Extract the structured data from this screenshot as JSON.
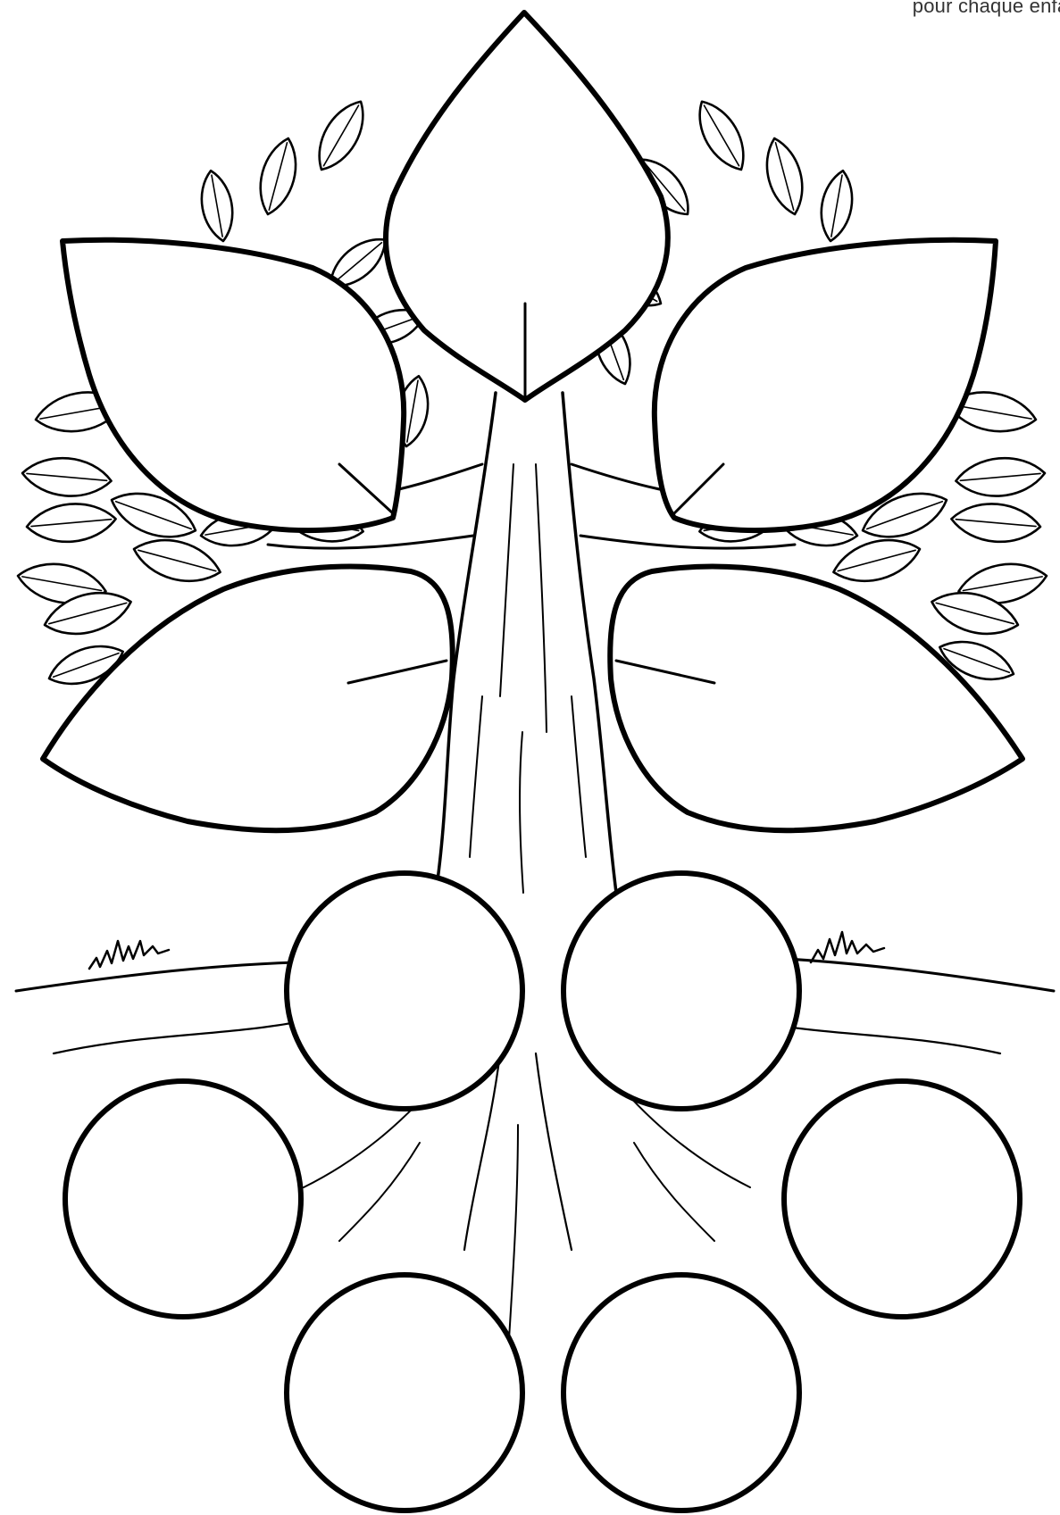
{
  "watermark": {
    "text": "pour chaque enfant"
  },
  "colors": {
    "line": "#000000",
    "background": "#ffffff"
  },
  "shapes": {
    "leaf_slots": [
      "leaf-top",
      "leaf-upper-left",
      "leaf-upper-right",
      "leaf-lower-left",
      "leaf-lower-right"
    ],
    "root_circles": [
      "circle-1",
      "circle-2",
      "circle-3",
      "circle-4",
      "circle-5",
      "circle-6"
    ]
  }
}
